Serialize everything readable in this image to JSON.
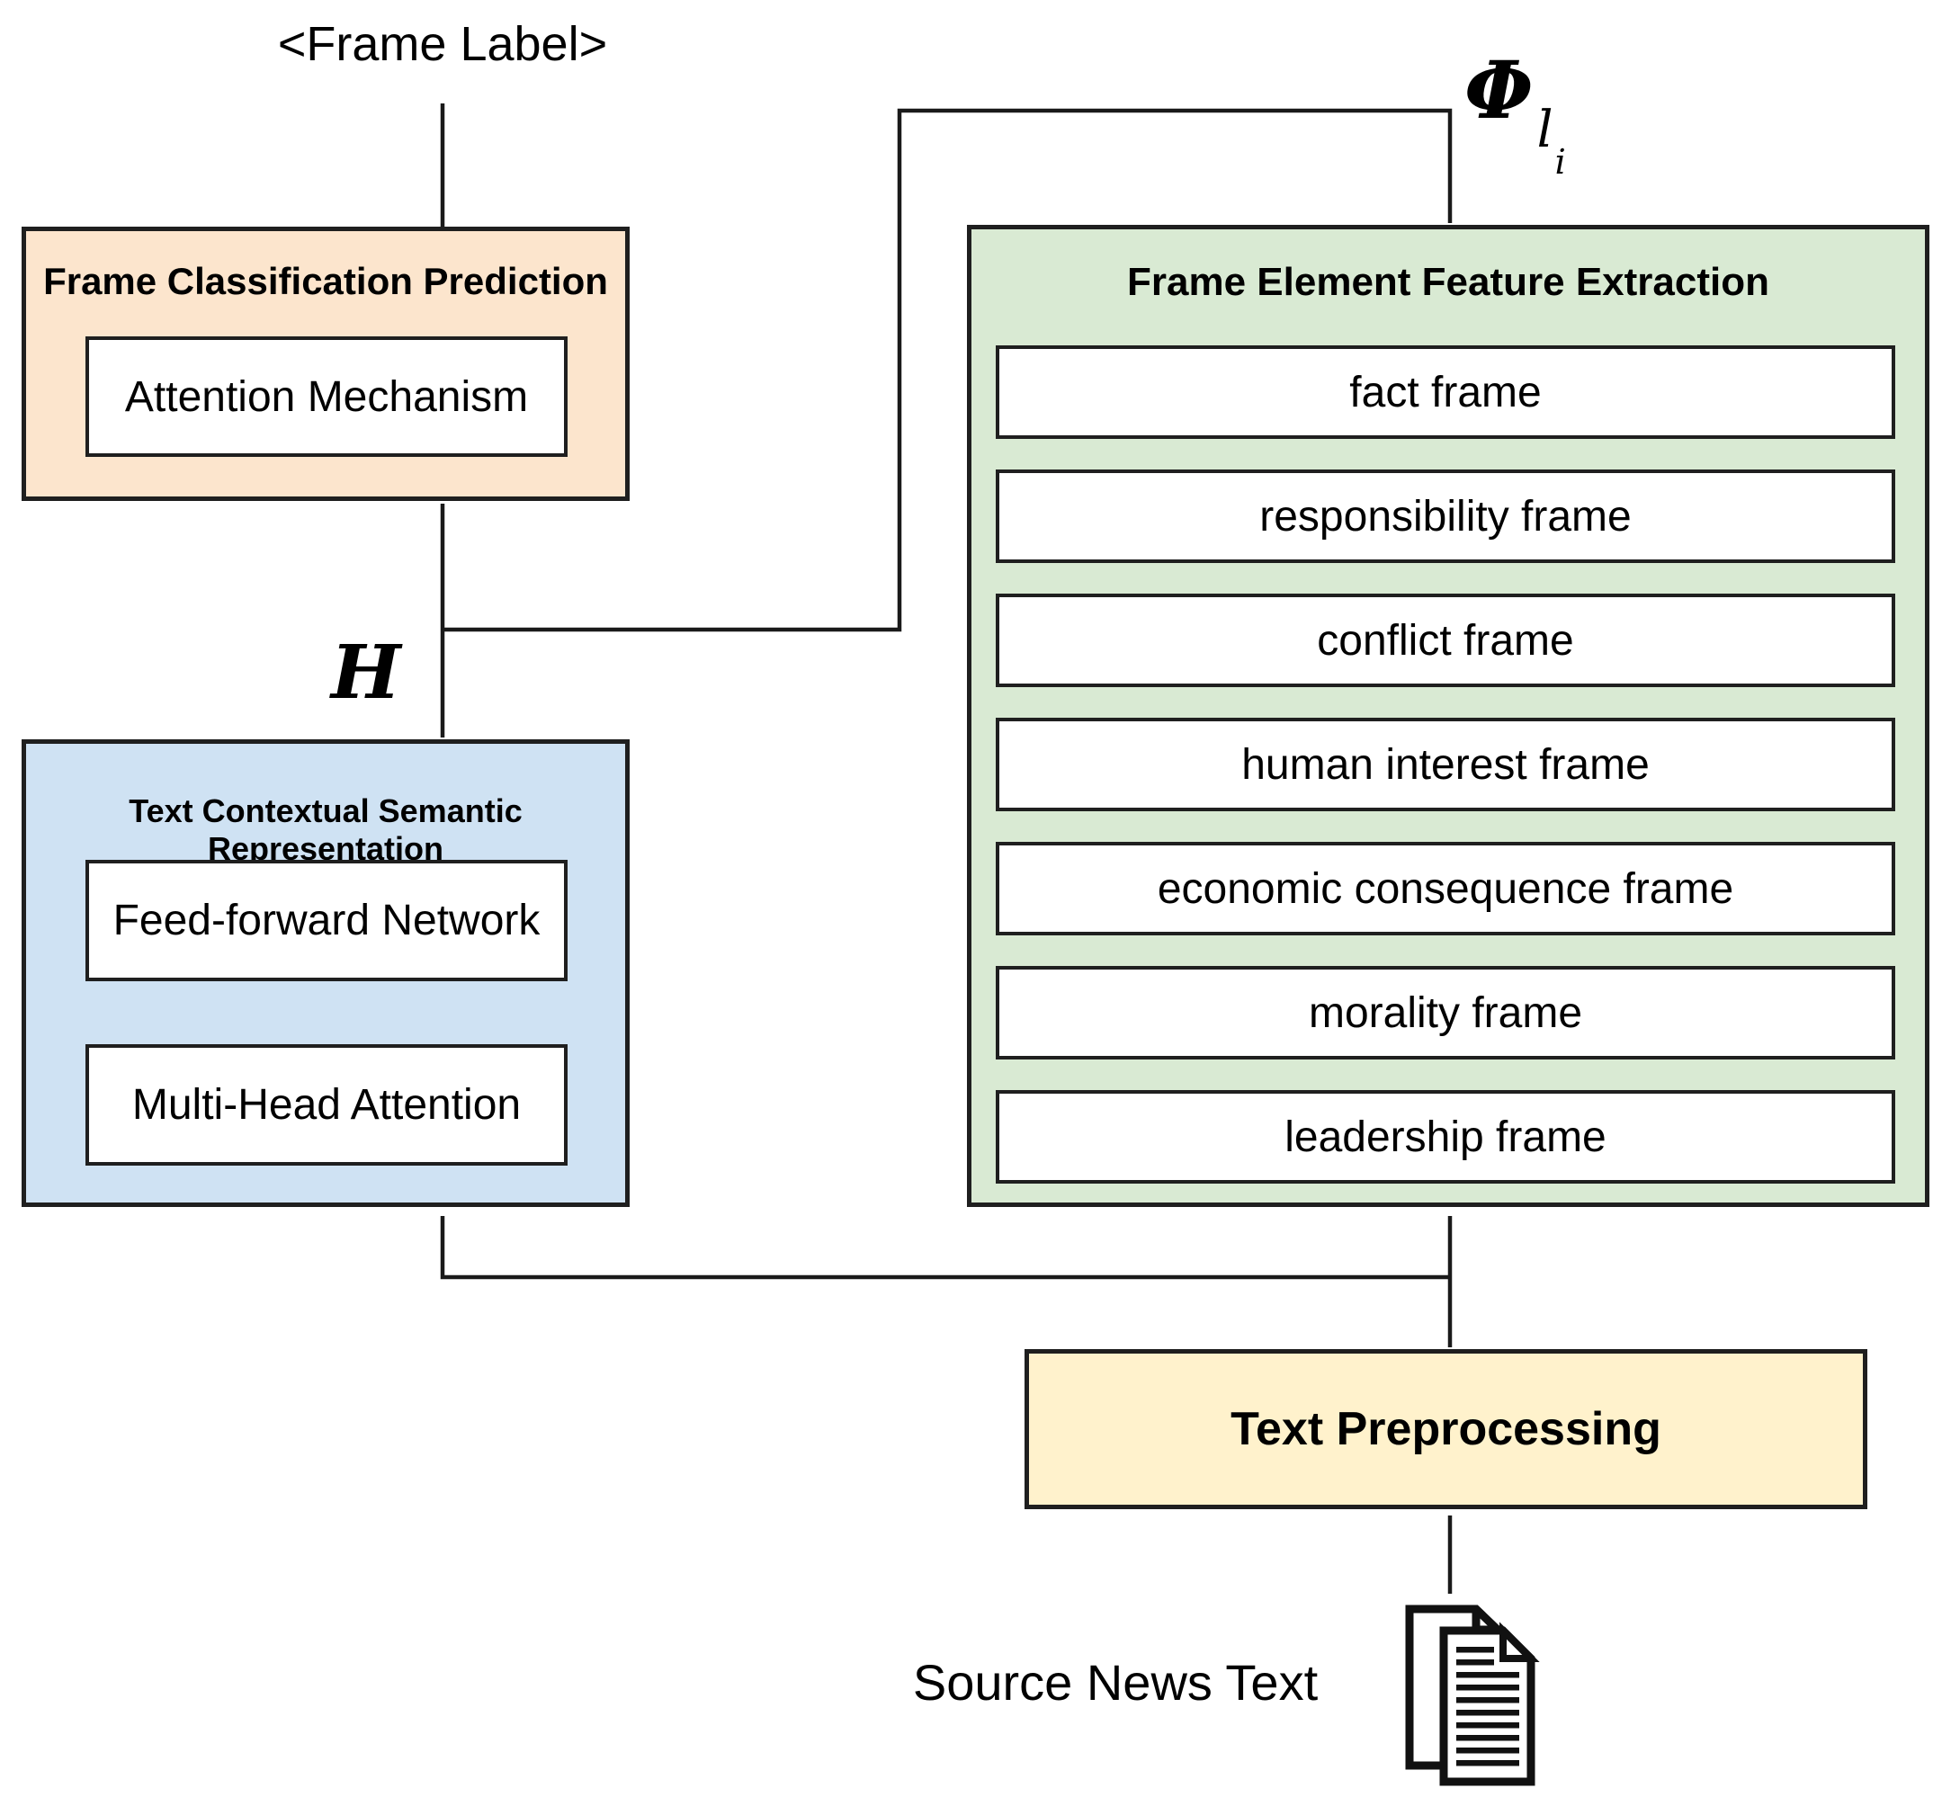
{
  "diagram": {
    "frame_label": "<Frame Label>",
    "h_label": "H",
    "phi": {
      "base": "Φ",
      "sub": "l",
      "subsub": "i"
    },
    "panels": {
      "classification": {
        "title": "Frame Classification Prediction",
        "fill": "#fce5cd",
        "items": [
          "Attention Mechanism"
        ]
      },
      "representation": {
        "title": "Text Contextual Semantic Representation",
        "fill": "#cfe2f3",
        "items": [
          "Feed-forward Network",
          "Multi-Head Attention"
        ]
      },
      "features": {
        "title": "Frame Element Feature Extraction",
        "fill": "#d9ead3",
        "frames": [
          "fact frame",
          "responsibility frame",
          "conflict frame",
          "human interest frame",
          "economic consequence frame",
          "morality frame",
          "leadership frame"
        ]
      },
      "preprocessing": {
        "title": "Text Preprocessing",
        "fill": "#fff2cc"
      }
    },
    "source": {
      "label": "Source News Text",
      "icon": "document-stack-icon"
    },
    "colors": {
      "border": "#1f1f1f",
      "connector": "#1a1a1a",
      "box_fill": "#ffffff",
      "background": "#ffffff"
    }
  }
}
